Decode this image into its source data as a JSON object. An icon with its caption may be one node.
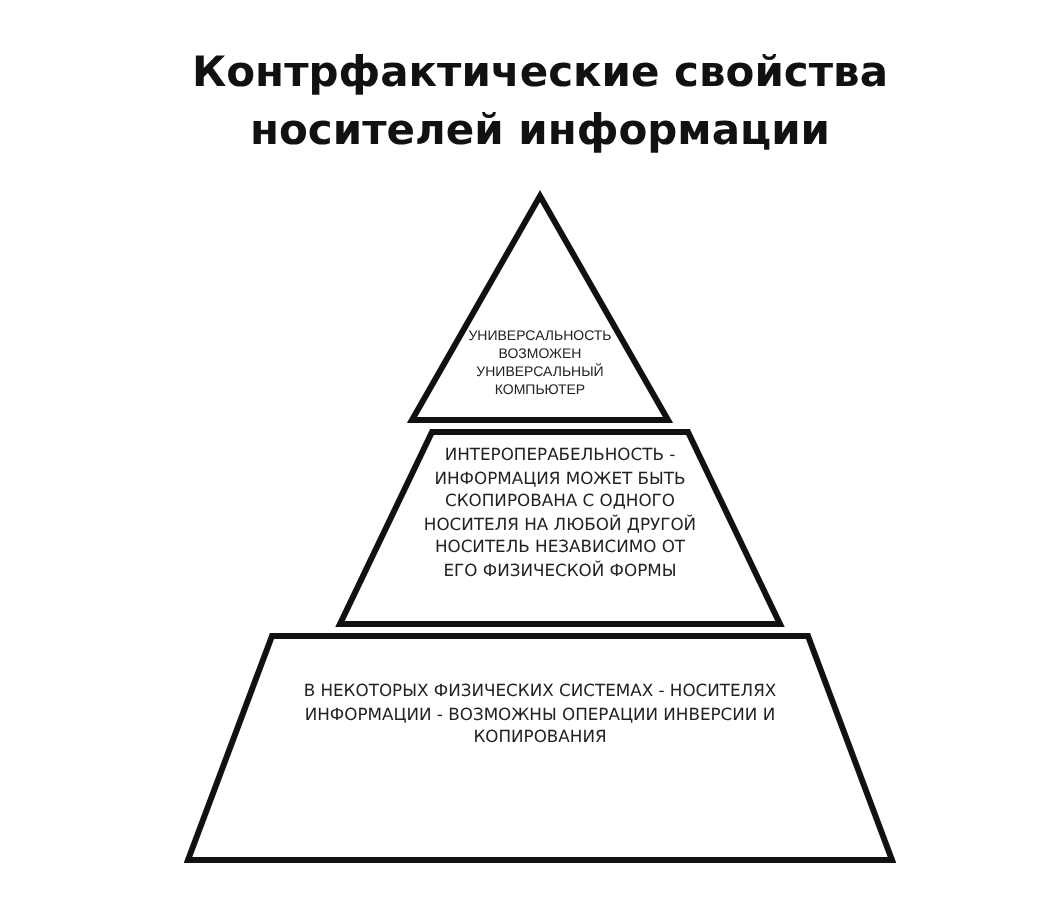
{
  "diagram": {
    "title": "Контрфактические свойства носителей информации",
    "nodes": [
      {
        "text": [
          "УНИВЕРСАЛЬНОСТЬ ВОЗМОЖЕН УНИВЕРСАЛЬНЫЙ КОМПЬЮТЕР"
        ]
      },
      {
        "text": [
          "ИНТЕРОПЕРАБЕЛЬНОСТЬ - ИНФОРМАЦИЯ МОЖЕТ БЫТЬ СКОПИРОВАНА С ОДНОГО НОСИТЕЛЯ НА ЛЮБОЙ ДРУГОЙ НОСИТЕЛЬ НЕЗАВИСИМО ОТ ЕГО ФИЗИЧЕСКОЙ ФОРМЫ"
        ]
      },
      {
        "text": [
          "В НЕКОТОРЫХ ФИЗИЧЕСКИХ СИСТЕМАХ - НОСИТЕЛЯХ ИНФОРМАЦИИ - ВОЗМОЖНЫ ОПЕРАЦИИ ИНВЕРСИИ И КОПИРОВАНИЯ"
        ]
      }
    ]
  }
}
